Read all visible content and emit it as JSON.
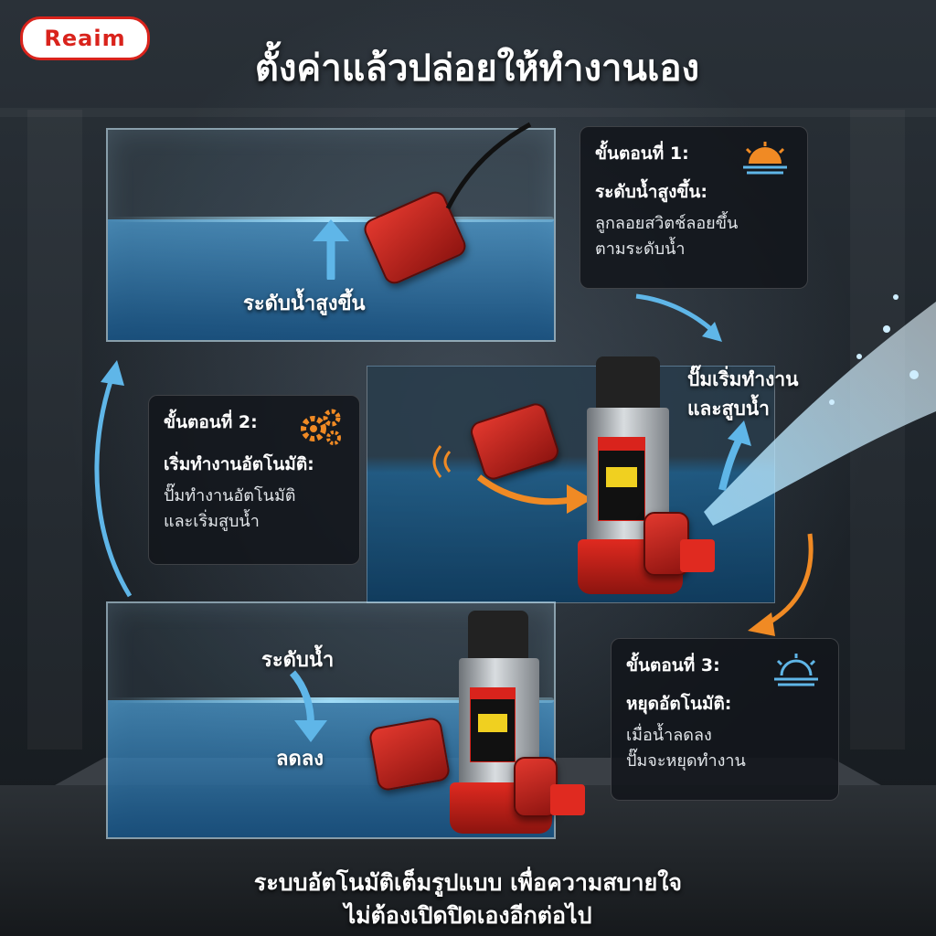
{
  "brand": {
    "logo_text": "Reaim",
    "accent": "#d9231c"
  },
  "headline": "ตั้งค่าแล้วปล่อยให้ทำงานเอง",
  "top_tank": {
    "label": "ระดับน้ำสูงขึ้น"
  },
  "bottom_tank": {
    "label_top": "ระดับน้ำ",
    "label_bottom": "ลดลง"
  },
  "pump_action_label": "ปั๊มเริ่มทำงาน\nและสูบน้ำ",
  "steps": [
    {
      "step": "ขั้นตอนที่ 1:",
      "title": "ระดับน้ำสูงขึ้น:",
      "desc": "ลูกลอยสวิตช์ลอยขึ้น\nตามระดับน้ำ",
      "icon": "sunrise-icon",
      "icon_color": "#f08a24"
    },
    {
      "step": "ขั้นตอนที่ 2:",
      "title": "เริ่มทำงานอัตโนมัติ:",
      "desc": "ปั๊มทำงานอัตโนมัติ\nและเริ่มสูบน้ำ",
      "icon": "gears-icon",
      "icon_color": "#f08a24"
    },
    {
      "step": "ขั้นตอนที่ 3:",
      "title": "หยุดอัตโนมัติ:",
      "desc": "เมื่อน้ำลดลง\nปั๊มจะหยุดทำงาน",
      "icon": "sunset-icon",
      "icon_color": "#5fb6e8"
    }
  ],
  "footer": {
    "line1": "ระบบอัตโนมัติเต็มรูปแบบ เพื่อความสบายใจ",
    "line2": "ไม่ต้องเปิดปิดเองอีกต่อไป"
  },
  "colors": {
    "water": "#3a9ad8",
    "arrow_blue": "#5fb6e8",
    "arrow_orange": "#f08a24"
  }
}
